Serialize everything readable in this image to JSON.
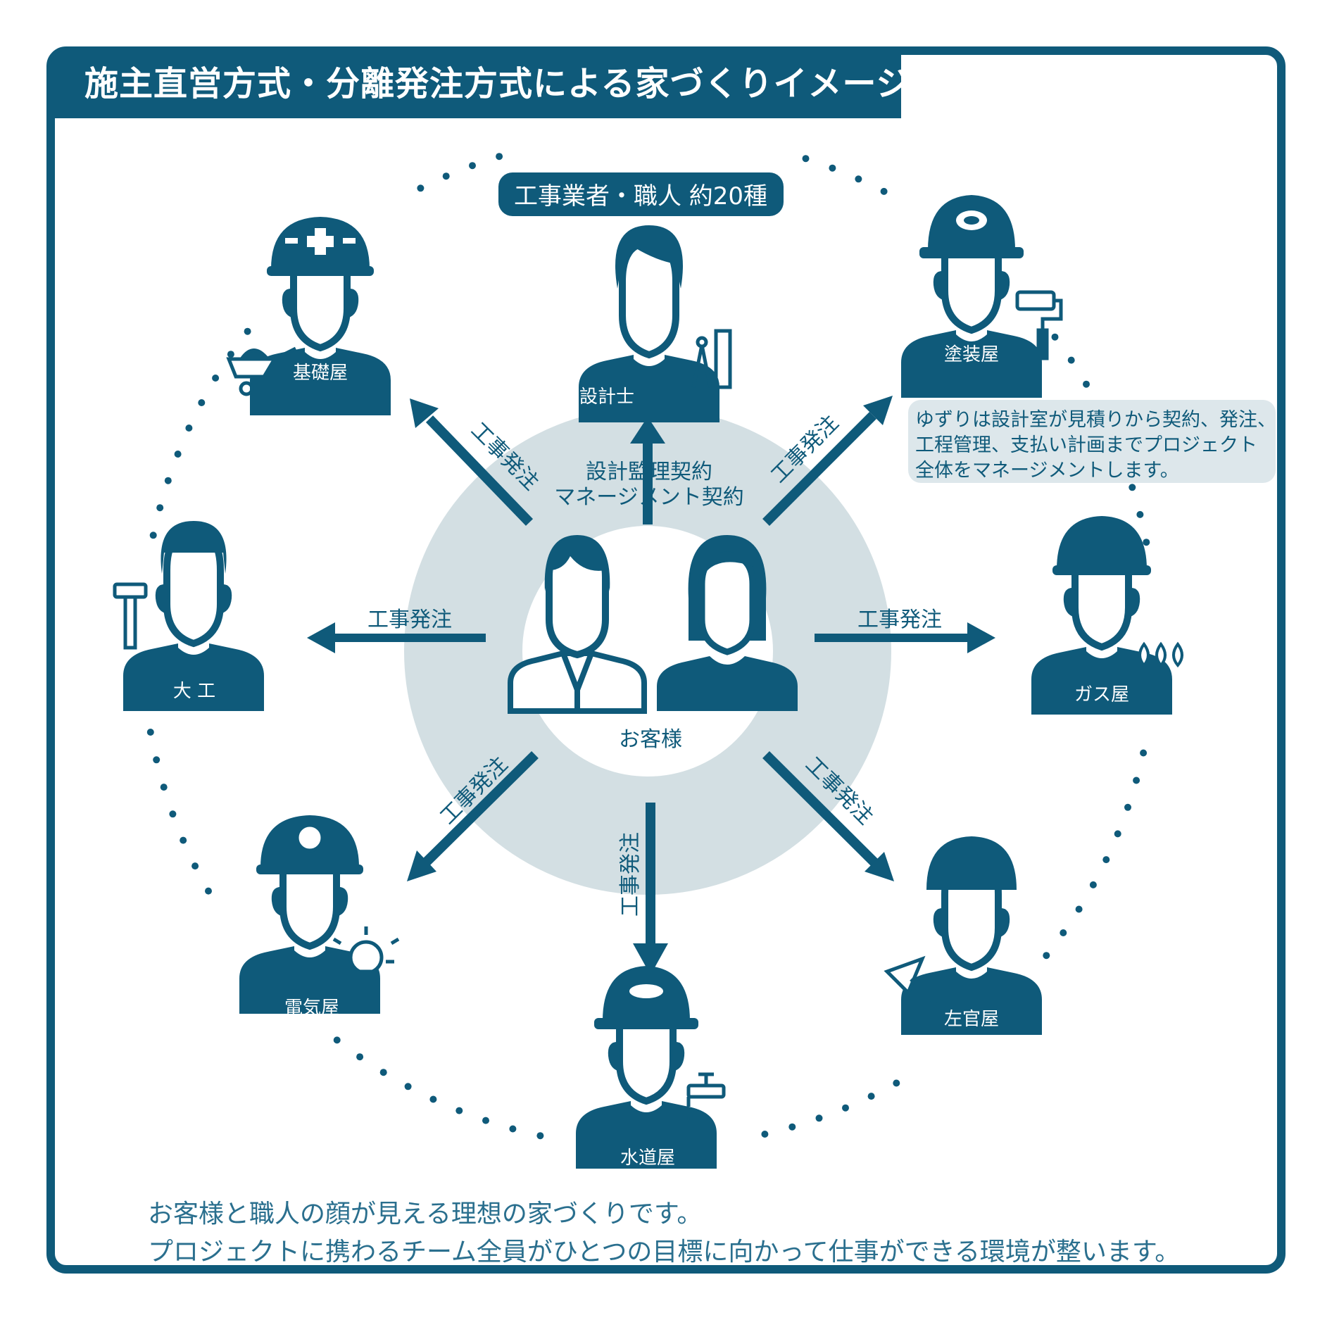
{
  "title": "施主直営方式・分離発注方式による家づくりイメージ",
  "trades_header": "工事業者・職人 約20種",
  "center": {
    "label": "お客様"
  },
  "architect": {
    "label": "設計士"
  },
  "contract_lines": [
    "設計監理契約",
    "マネージメント契約"
  ],
  "order_label": "工事発注",
  "info_note": [
    "ゆずりは設計室が見積りから契約、発注、",
    "工程管理、支払い計画までプロジェクト",
    "全体をマネージメントします。"
  ],
  "trades": {
    "foundation": "基礎屋",
    "painter": "塗装屋",
    "carpenter": "大 工",
    "gas": "ガス屋",
    "electrician": "電気屋",
    "plasterer": "左官屋",
    "plumber": "水道屋"
  },
  "footer": [
    "お客様と職人の顔が見える理想の家づくりです。",
    "プロジェクトに携わるチーム全員がひとつの目標に向かって仕事ができる環境が整います。"
  ],
  "colors": {
    "primary": "#0f5a7a",
    "ring": "#d3dfe3",
    "note_bg": "#dde7eb"
  }
}
